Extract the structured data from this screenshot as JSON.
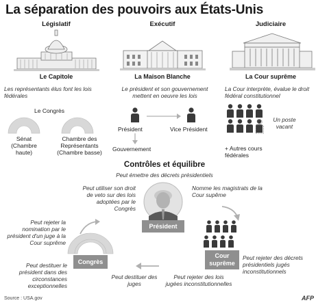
{
  "title": "La séparation des pouvoirs aux États-Unis",
  "columns": {
    "legislative": {
      "heading": "Législatif",
      "building": "Le Capitole",
      "description": "Les représentants élus font les lois fédérales",
      "congress_label": "Le Congrès",
      "senate": "Sénat (Chambre haute)",
      "house": "Chambre des Représentants (Chambre basse)"
    },
    "executive": {
      "heading": "Exécutif",
      "building": "La Maison Blanche",
      "description": "Le président et son gouvernement mettent en oeuvre les lois",
      "president": "Président",
      "vice_president": "Vice Président",
      "government": "Gouvernement"
    },
    "judicial": {
      "heading": "Judiciaire",
      "building": "La Cour suprême",
      "description": "La Cour interprète, évalue le droit fédéral constitutionnel",
      "vacant": "Un poste vacant",
      "other_courts": "+ Autres cours fédérales"
    }
  },
  "checks": {
    "title": "Contrôles et équilibre",
    "president_box": "Président",
    "congress_box": "Congrès",
    "court_box": "Cour suprême",
    "exec_orders": "Peut émettre des décrets présidentiels",
    "veto": "Peut utiliser son droit de veto sur des lois adoptées par le Congrès",
    "appoint": "Nomme les magistrats de la Cour supême",
    "reject_nomination": "Peut rejeter la nomination par le président d'un juge à la Cour suprême",
    "remove_president": "Peut destituer le président dans des circonstances exceptionnelles",
    "remove_judges": "Peut destituer des juges",
    "reject_laws": "Peut rejeter des lois jugées inconstitutionnelles",
    "reject_decrees": "Peut rejeter des décrets présidentiels jugés inconstitutionnels"
  },
  "source": "Source : USA.gov",
  "brand": "AFP",
  "colors": {
    "box_gray": "#8f8f8f",
    "icon_dark": "#3a3a3a",
    "hemi_light": "#d8d8d8",
    "arrow": "#b0b0b0"
  }
}
